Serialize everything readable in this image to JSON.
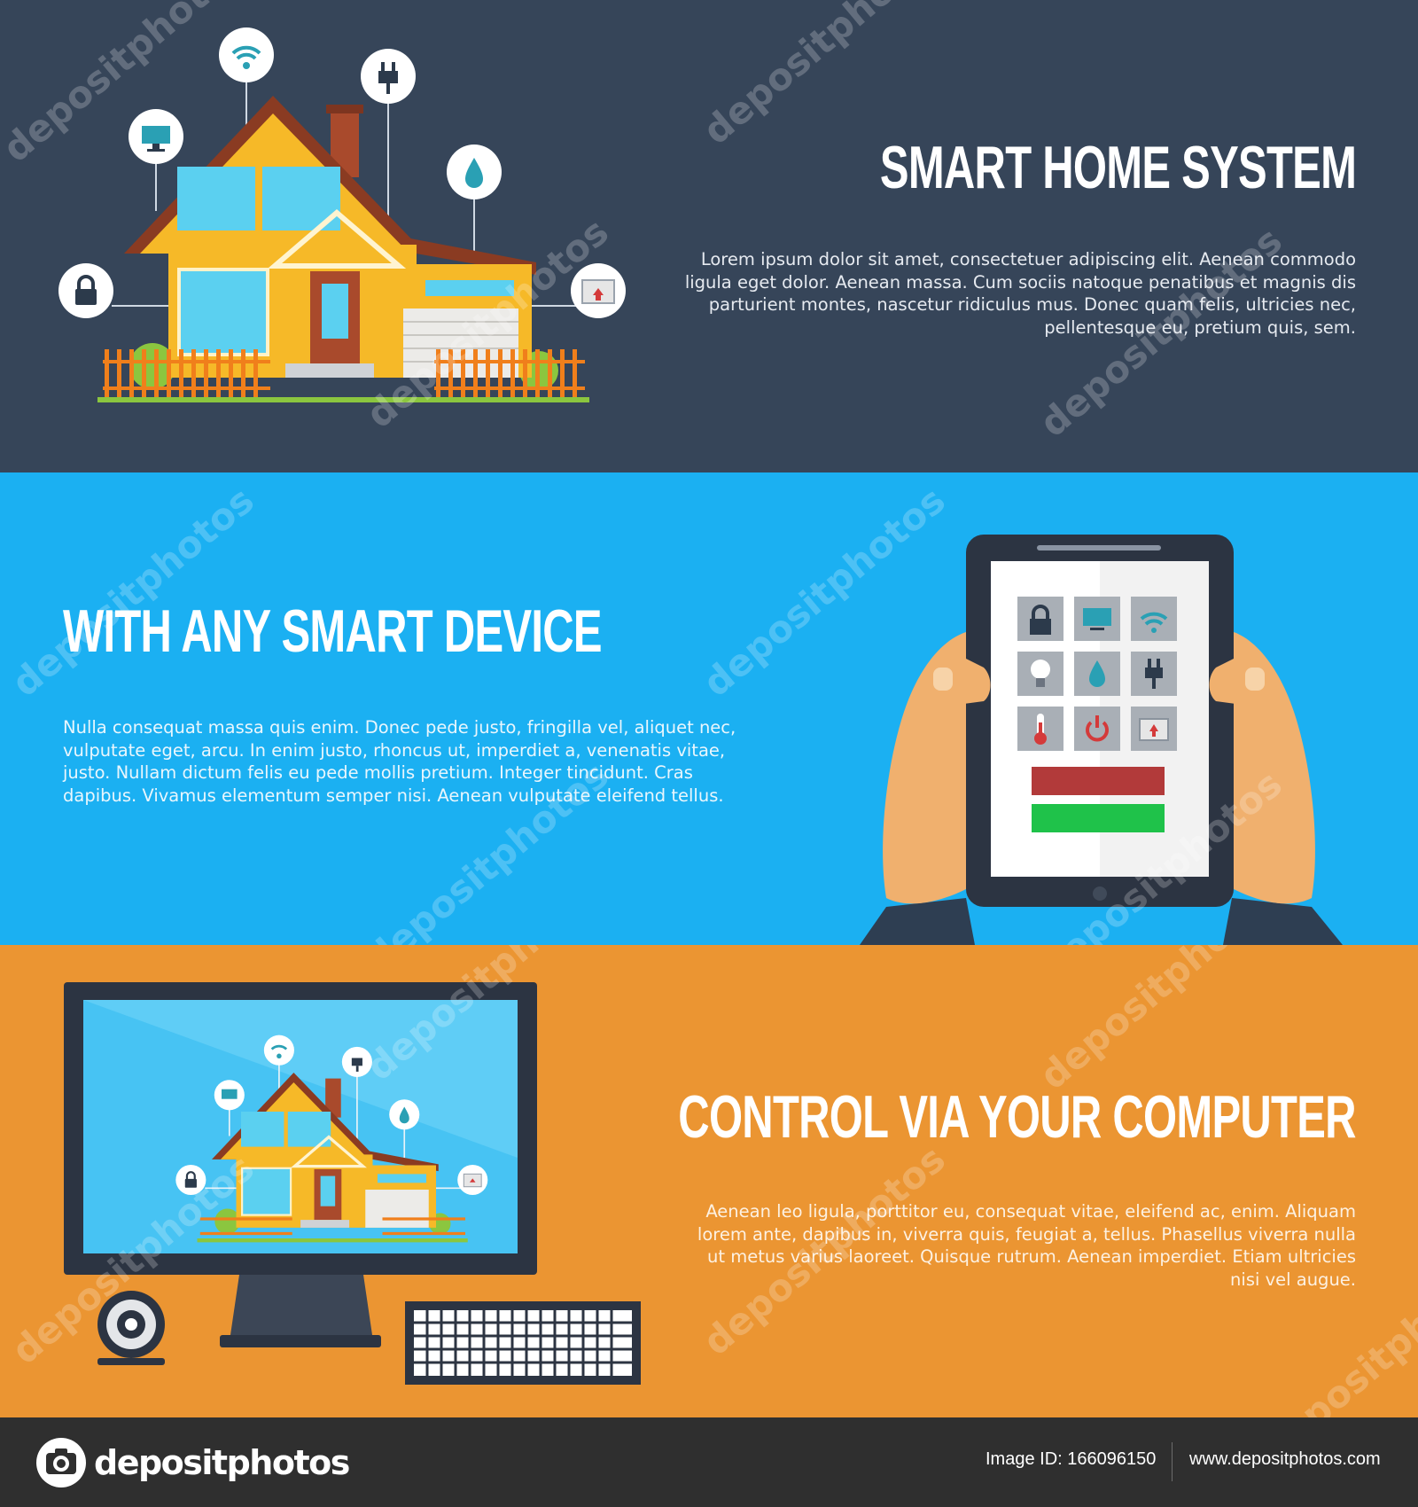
{
  "banners": [
    {
      "headline": "SMART HOME SYSTEM",
      "body": "Lorem ipsum dolor sit amet, consectetuer adipiscing elit. Aenean commodo ligula eget dolor. Aenean massa. Cum sociis natoque penatibus et magnis dis parturient montes, nascetur ridiculus mus. Donec quam felis, ultricies nec, pellentesque eu, pretium quis, sem.",
      "background": "#364559"
    },
    {
      "headline": "WITH ANY SMART DEVICE",
      "body": "Nulla consequat massa quis enim. Donec pede justo, fringilla vel, aliquet nec, vulputate eget, arcu. In enim justo, rhoncus ut, imperdiet a, venenatis vitae, justo. Nullam dictum felis eu pede mollis pretium. Integer tincidunt. Cras dapibus. Vivamus elementum semper nisi. Aenean vulputate eleifend tellus.",
      "background": "#1bb0f2"
    },
    {
      "headline": "CONTROL VIA YOUR COMPUTER",
      "body": "Aenean leo ligula, porttitor eu, consequat vitae, eleifend ac, enim. Aliquam lorem ante, dapibus in, viverra quis, feugiat a, tellus. Phasellus viverra nulla ut metus varius laoreet. Quisque rutrum. Aenean imperdiet. Etiam ultricies nisi vel augue.",
      "background": "#eb9532"
    }
  ],
  "watermark": "depositphotos",
  "icons": {
    "house": [
      "wifi-icon",
      "plug-icon",
      "monitor-icon",
      "water-drop-icon",
      "lock-icon",
      "garage-icon"
    ],
    "tablet": [
      "lock-icon",
      "monitor-icon",
      "wifi-icon",
      "bulb-icon",
      "water-drop-icon",
      "plug-icon",
      "thermometer-icon",
      "power-icon",
      "garage-icon"
    ]
  },
  "colors": {
    "bar_red": "#b23a3a",
    "bar_green": "#1fc24a",
    "house_yellow": "#f6b928",
    "icon_teal": "#2aa0b4"
  },
  "footer": {
    "logo": "depositphotos",
    "image_id": "Image ID: 166096150",
    "site": "www.depositphotos.com"
  }
}
